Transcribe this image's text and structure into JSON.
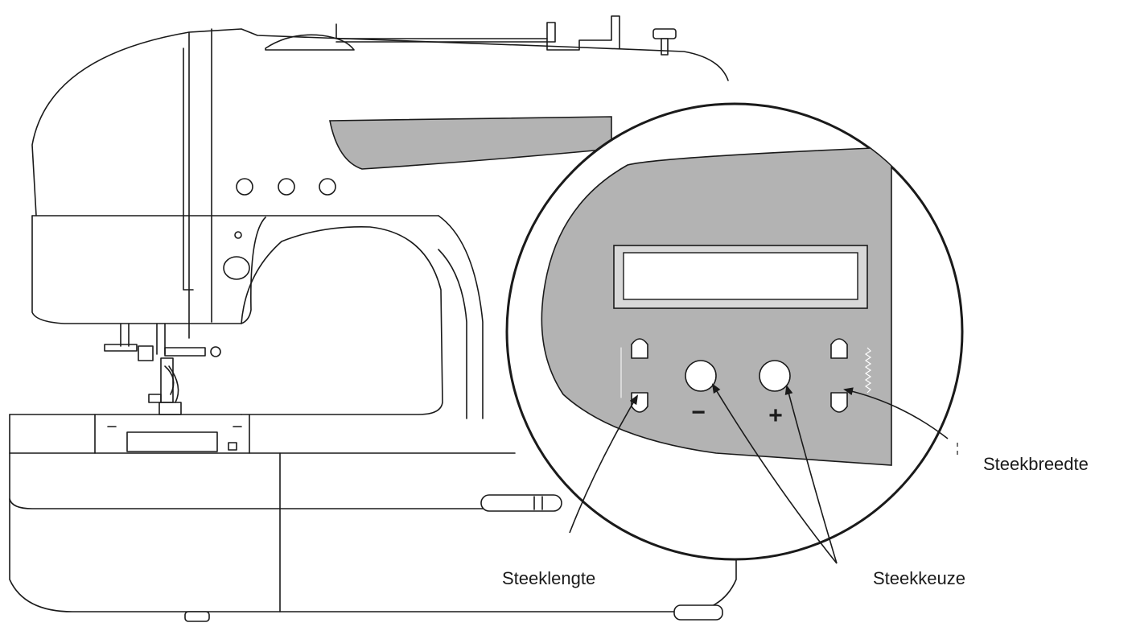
{
  "labels": {
    "stitch_length": "Steeklengte",
    "stitch_select": "Steekkeuze",
    "stitch_width": "Steekbreedte"
  },
  "panel": {
    "minus_symbol": "−",
    "plus_symbol": "+"
  },
  "colors": {
    "panel_grey": "#b3b3b3",
    "line": "#1a1a1a"
  }
}
